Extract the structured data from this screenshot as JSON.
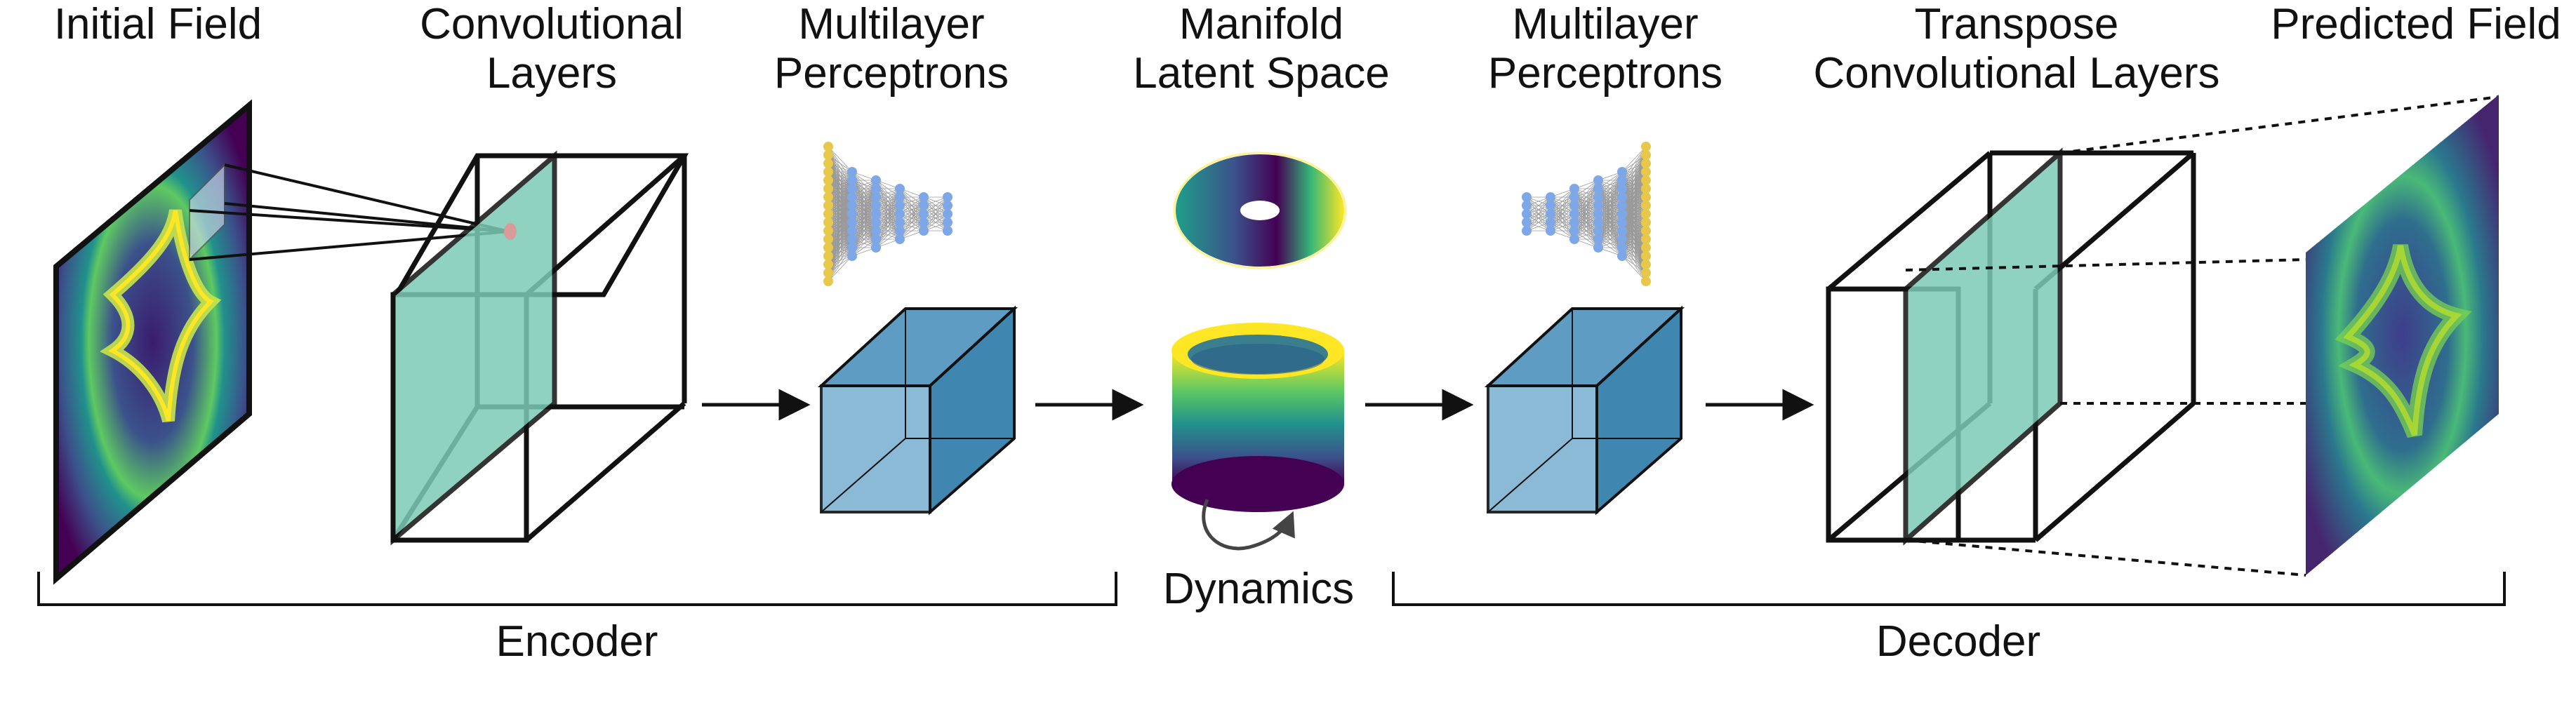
{
  "labels": {
    "initial_field": "Initial Field",
    "conv_layers": [
      "Convolutional",
      "Layers"
    ],
    "mlp_encoder": [
      "Multilayer",
      "Perceptrons"
    ],
    "manifold": [
      "Manifold",
      "Latent Space"
    ],
    "mlp_decoder": [
      "Multilayer",
      "Perceptrons"
    ],
    "transpose_conv": [
      "Transpose",
      "Convolutional Layers"
    ],
    "predicted_field": "Predicted Field",
    "dynamics": "Dynamics",
    "encoder": "Encoder",
    "decoder": "Decoder"
  },
  "colors": {
    "layer_fill": "#7ccbb6",
    "cube_light": "#7fb3d3",
    "cube_dark": "#3f86b1",
    "node_blue": "#7ea7e8",
    "node_yellow": "#e8c84a",
    "viridis_dark": "#440154",
    "viridis_mid": "#21918c",
    "viridis_bright": "#fde725"
  },
  "icons": [
    "arrow-icon",
    "rotation-arrow-icon"
  ]
}
